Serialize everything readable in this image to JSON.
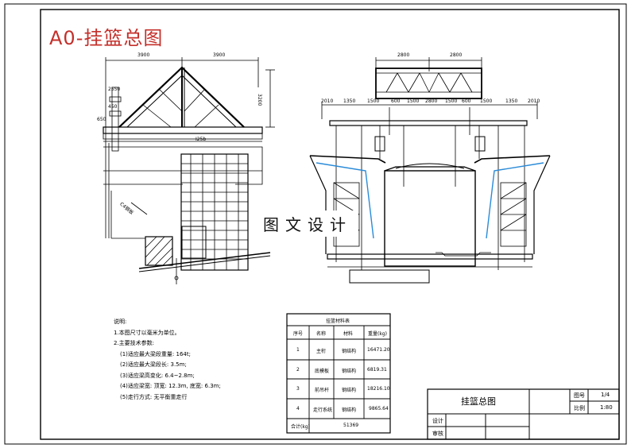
{
  "drawing_title": "A0-挂篮总图",
  "watermark": "图文设计",
  "notes": {
    "heading": "说明:",
    "lines": [
      "1.本图尺寸以毫米为单位。",
      "2.主要技术参数:",
      "(1)适应最大梁段重量: 164t;",
      "(2)适应最大梁段长: 3.5m;",
      "(3)适应梁高变化: 6.4~2.8m;",
      "(4)适应梁宽: 顶宽: 12.3m, 底宽: 6.3m;",
      "(5)走行方式: 无平衡重走行"
    ]
  },
  "table": {
    "title": "挂篮材料表",
    "headers": [
      "序号",
      "名称",
      "材料",
      "重量(kg)"
    ],
    "rows": [
      [
        "1",
        "主桁",
        "钢结构",
        "16471.20"
      ],
      [
        "2",
        "底模板",
        "钢结构",
        "6819.31"
      ],
      [
        "3",
        "前吊杆",
        "钢结构",
        "18216.10"
      ],
      [
        "4",
        "走行系统",
        "钢结构",
        "9865.64"
      ]
    ],
    "total_label": "合计(kg)",
    "total_value": "51369"
  },
  "title_block": {
    "drawing_name": "挂篮总图",
    "sheet_label": "图号",
    "sheet_value": "1/4",
    "scale_label": "比例",
    "scale_value": "1:80",
    "design_label": "设计",
    "check_label": "审核"
  },
  "dims": {
    "left_top_1": "3900",
    "left_top_2": "3900",
    "left_height": "3200",
    "left_a": "2550",
    "left_b": "450",
    "left_c": "650",
    "right_top_1": "2800",
    "right_top_2": "2800",
    "right_row": [
      "2010",
      "1350",
      "1500",
      "600",
      "1500",
      "2800",
      "1500",
      "600",
      "1500",
      "1350",
      "2010"
    ]
  },
  "labels": {
    "left_note": "C4钢板",
    "left_small": "I25b"
  }
}
